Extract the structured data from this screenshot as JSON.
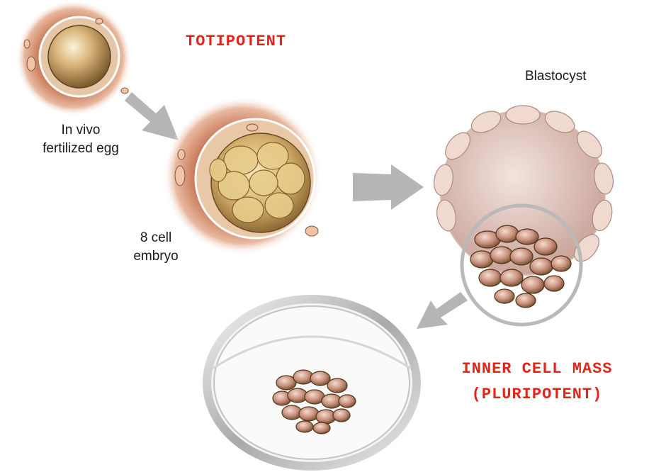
{
  "labels": {
    "totipotent": "TOTIPOTENT",
    "blastocyst": "Blastocyst",
    "egg_line1": "In vivo",
    "egg_line2": "fertilized egg",
    "embryo_line1": "8 cell",
    "embryo_line2": "embryo",
    "icm_line1": "INNER CELL MASS",
    "icm_line2": "(PLURIPOTENT)"
  },
  "colors": {
    "accent_text": "#e0261b",
    "arrow": "#b5b5b5",
    "halo": "#c9795a",
    "cell_fill": "#d4a78a",
    "trophoblast": "#ecd2c8"
  },
  "icons": {
    "egg": "fertilized-egg-illustration",
    "embryo": "eight-cell-embryo-illustration",
    "blastocyst": "blastocyst-illustration",
    "dish": "petri-dish-illustration"
  }
}
